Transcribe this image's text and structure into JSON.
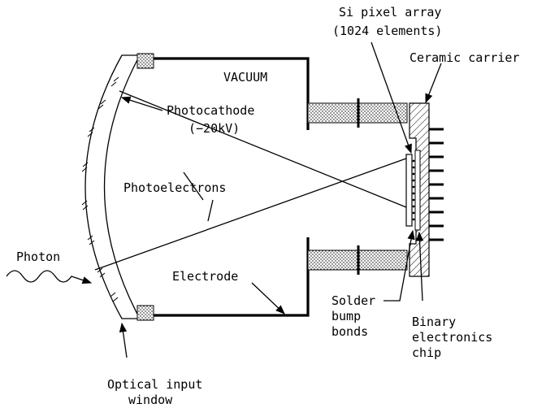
{
  "labels": {
    "si_array_1": "Si pixel array",
    "si_array_2": "(1024 elements)",
    "ceramic": "Ceramic carrier",
    "vacuum": "VACUUM",
    "photocathode": "Photocathode",
    "voltage": "(−20kV)",
    "photoelectrons": "Photoelectrons",
    "photon": "Photon",
    "electrode": "Electrode",
    "solder_1": "Solder",
    "solder_2": "bump",
    "solder_3": "bonds",
    "binary_1": "Binary",
    "binary_2": "electronics",
    "binary_3": "chip",
    "optical_1": "Optical input",
    "optical_2": "window"
  }
}
